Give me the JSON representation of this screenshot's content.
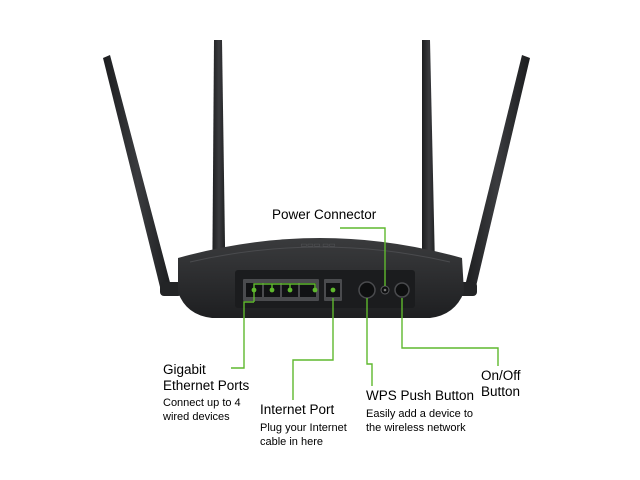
{
  "colors": {
    "accent_green": "#5fb82e",
    "router_body": "#2a2b2d",
    "antenna": "#2b2c2e"
  },
  "labels": {
    "power_connector": {
      "title": "Power Connector"
    },
    "gigabit_ports": {
      "title_line1": "Gigabit",
      "title_line2": "Ethernet Ports",
      "desc_line1": "Connect up to 4",
      "desc_line2": "wired devices"
    },
    "internet_port": {
      "title": "Internet Port",
      "desc_line1": "Plug your Internet",
      "desc_line2": "cable in here"
    },
    "wps_button": {
      "title": "WPS Push Button",
      "desc_line1": "Easily add a device to",
      "desc_line2": "the wireless network"
    },
    "onoff_button": {
      "title_line1": "On/Off",
      "title_line2": "Button"
    }
  }
}
